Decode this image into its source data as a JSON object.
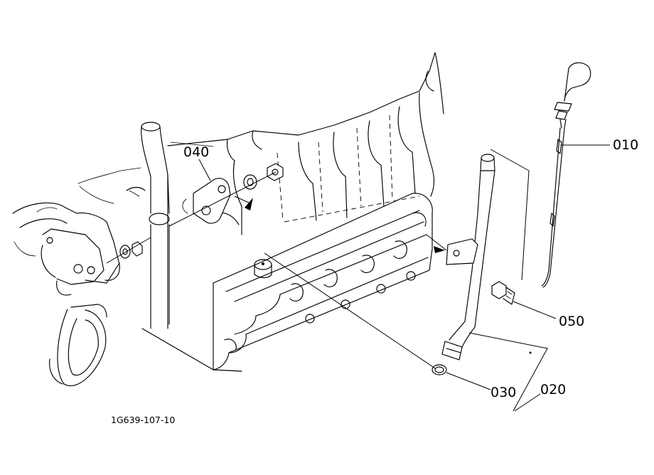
{
  "parts": {
    "p010": "010",
    "p020": "020",
    "p030": "030",
    "p040": "040",
    "p050": "050"
  },
  "drawing_code": "1G639-107-10",
  "icons": {
    "engine_block": "engine-block-outline",
    "dipstick": "oil-dipstick",
    "guide_tube": "dipstick-guide-tube",
    "o_ring": "o-ring",
    "bracket": "bracket-plate",
    "bolt": "hex-bolt"
  }
}
